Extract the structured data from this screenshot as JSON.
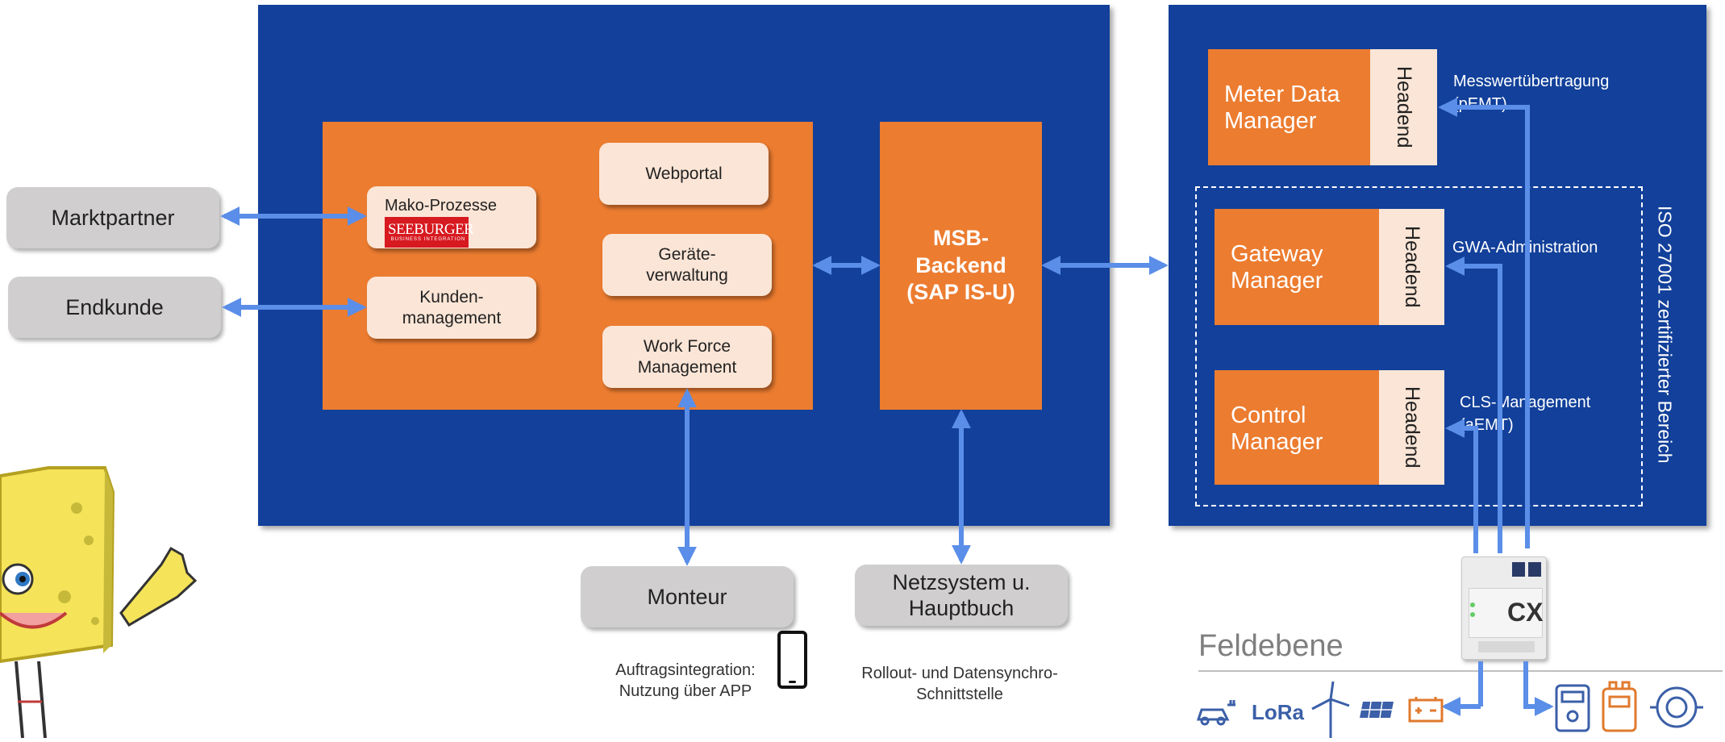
{
  "external": {
    "marktpartner": "Marktpartner",
    "endkunde": "Endkunde",
    "monteur": "Monteur",
    "netzsystem": "Netzsystem u.\nHauptbuch"
  },
  "backend_panel": {
    "mako": "Mako-Prozesse",
    "seeburger_logo": "SEEBURGER",
    "seeburger_sub": "BUSINESS INTEGRATION",
    "kunden": "Kunden-\nmanagement",
    "webportal": "Webportal",
    "geraete": "Geräte-\nverwaltung",
    "wfm": "Work Force\nManagement",
    "msb": "MSB-\nBackend\n(SAP IS-U)"
  },
  "right_panel": {
    "mdm": "Meter Data\nManager",
    "gwm": "Gateway\nManager",
    "cm": "Control\nManager",
    "headend": "Headend",
    "messwert": "Messwertübertragung\n(pEMT)",
    "gwa": "GWA-Administration",
    "cls": "CLS-Management\n(aEMT)",
    "iso": "ISO 27001 zertifizierter Bereich"
  },
  "captions": {
    "auftrags": "Auftragsintegration:\nNutzung über APP",
    "rollout": "Rollout- und Datensynchro-\nSchnittstelle",
    "feldebene": "Feldebene",
    "lora": "LoRa",
    "gateway_label": "CX"
  },
  "colors": {
    "panel_blue": "#12409a",
    "orange": "#ec7c30",
    "arrow_blue": "#5a8ee8",
    "light_peach": "#fbe5d6",
    "grey": "#d0cece"
  }
}
